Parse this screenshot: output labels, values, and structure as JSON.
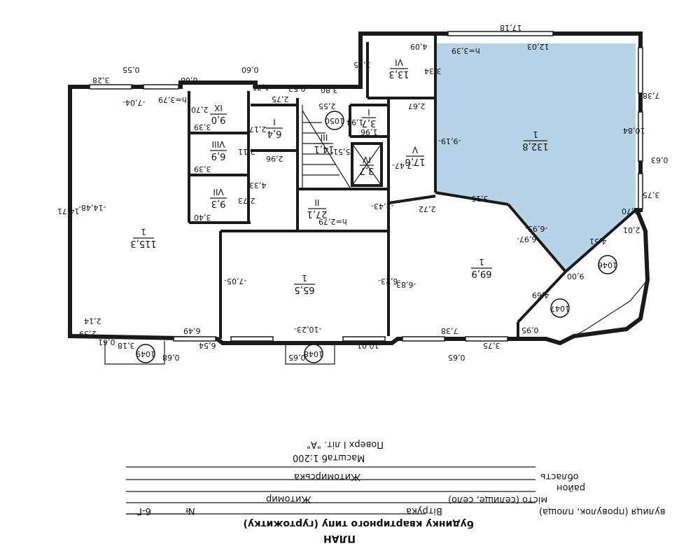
{
  "document": {
    "title": "ПЛАН",
    "subtitle": "будинку квартирного типу (гуртожитку)",
    "street_label": "вулиця (провулок, площа)",
    "street_value": "Вітрука",
    "number_label": "№",
    "number_value": "6-Г",
    "city_label": "місто (селище, село)",
    "city_value": "Житомир",
    "district_label": "район",
    "region_label": "область",
    "region_value": "Житомирська",
    "scale": "Масштаб 1:200",
    "floor": "Поверх І літ. \"А\""
  },
  "rooms": [
    {
      "id": "r1a",
      "num": "1",
      "area": "115,3"
    },
    {
      "id": "r1b",
      "num": "1",
      "area": "65,5"
    },
    {
      "id": "r1c",
      "num": "1",
      "area": "69,9"
    },
    {
      "id": "r1d",
      "num": "1",
      "area": "132,8"
    },
    {
      "id": "rII",
      "num": "II",
      "area": "27,1"
    },
    {
      "id": "rIII",
      "num": "III",
      "area": "14,1"
    },
    {
      "id": "rIV",
      "num": "IV",
      "area": "3,7"
    },
    {
      "id": "rV",
      "num": "V",
      "area": "17,6"
    },
    {
      "id": "rVI",
      "num": "VI",
      "area": "13,3"
    },
    {
      "id": "rVII",
      "num": "VII",
      "area": "9,3"
    },
    {
      "id": "rVIII",
      "num": "VIII",
      "area": "6,9"
    },
    {
      "id": "rIX",
      "num": "IX",
      "area": "9,0"
    },
    {
      "id": "rI",
      "num": "I",
      "area": "3,7"
    },
    {
      "id": "rI2",
      "num": "I",
      "area": "6,4"
    }
  ],
  "door_marks": [
    "1050",
    "1049",
    "1048",
    "1047",
    "1046"
  ],
  "dimensions": [
    "17,18",
    "12,03",
    "4,09",
    "h=3,39",
    "3,75",
    "3,34",
    "7,38",
    "10,84",
    "0,63",
    "3,75",
    "0,70",
    "2,01",
    "4,51",
    "-6,95-",
    "-9,19-",
    "9,00",
    "4,69",
    "0,95",
    "3,75",
    "0,65",
    "7,38",
    "10,01",
    "0,65",
    "6,54",
    "6,49",
    "0,68",
    "3,18",
    "0,61",
    "2,39",
    "2,14",
    "14,71",
    "-14,48-",
    "3,28",
    "0,55",
    "6,68",
    "0,60",
    "1,75",
    "0,52",
    "3,80",
    "2,75",
    "h=3,79",
    "-7,04-",
    "2,70",
    "3,39",
    "3,39",
    "3,40",
    "2,17",
    "2,11",
    "4,33",
    "2,73",
    "2,96",
    "2,55",
    "5,51",
    "1,96",
    "1,94",
    "2,67",
    "-7,47-",
    "-2,43-",
    "h=2,79",
    "3,15",
    "2,72",
    "-6,97-",
    "-6,83-",
    "-6,23-",
    "-7,05-",
    "-10,23-"
  ],
  "highlight_color": "#b7d3e8"
}
